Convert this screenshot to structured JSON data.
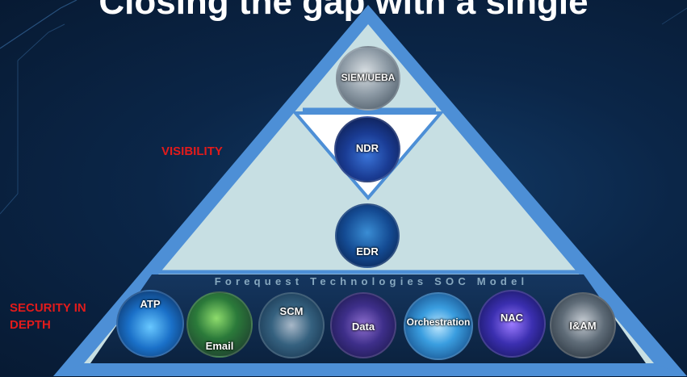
{
  "title": "Closing the gap with a single",
  "side_labels": {
    "visibility": "VISIBILITY",
    "security_in_depth": "SECURITY IN DEPTH"
  },
  "model_title": "Forequest Technologies SOC Model",
  "top_nodes": [
    {
      "label": "SIEM/UEBA",
      "icon": "siem-ueba-image"
    },
    {
      "label": "NDR",
      "icon": "ndr-network-image"
    },
    {
      "label": "EDR",
      "icon": "edr-laptop-image"
    }
  ],
  "bottom_nodes": [
    {
      "label": "ATP",
      "icon": "atp-network-image"
    },
    {
      "label": "Email",
      "icon": "email-lock-image"
    },
    {
      "label": "SCM",
      "icon": "scm-database-image"
    },
    {
      "label": "Data",
      "icon": "data-database-image"
    },
    {
      "label": "Orchestration",
      "icon": "orchestration-image"
    },
    {
      "label": "NAC",
      "icon": "nac-datacenter-image"
    },
    {
      "label": "I&AM",
      "icon": "iam-face-image"
    }
  ],
  "colors": {
    "background": "#0b2648",
    "triangle_border": "#4d8fd6",
    "triangle_fill": "#c7dfe3",
    "red_label": "#e21b1b",
    "bottom_band": "#0d2747"
  }
}
